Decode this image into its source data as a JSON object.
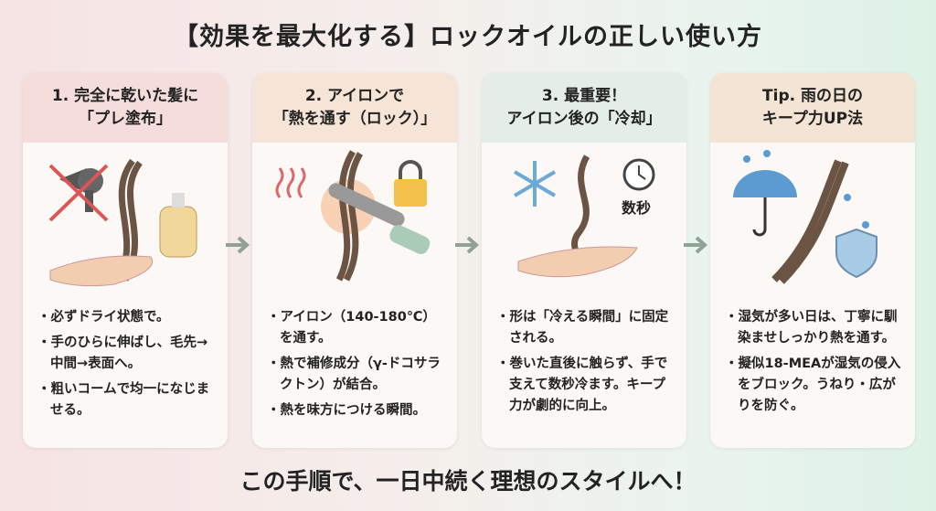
{
  "title": "【効果を最大化する】ロックオイルの正しい使い方",
  "footer": "この手順で、一日中続く理想のスタイルへ！",
  "colors": {
    "head1": "#f5dddc",
    "head2": "#f6e4d6",
    "head3": "#e3eee7",
    "head4": "#f3e4d3",
    "arrow": "#8fa294"
  },
  "cards": [
    {
      "title1": "1. 完全に乾いた髪に",
      "title2": "「プレ塗布」",
      "bullets": [
        "必ずドライ状態で。",
        "手のひらに伸ばし、毛先→中間→表面へ。",
        "粗いコームで均一になじませる。"
      ]
    },
    {
      "title1": "2. アイロンで",
      "title2": "「熱を通す（ロック）」",
      "bullets": [
        "アイロン（140-180℃）を通す。",
        "熱で補修成分（γ-ドコサラクトン）が結合。",
        "熱を味方につける瞬間。"
      ]
    },
    {
      "title1": "3. 最重要！",
      "title2": "アイロン後の「冷却」",
      "label": "数秒",
      "bullets": [
        "形は「冷える瞬間」に固定される。",
        "巻いた直後に触らず、手で支えて数秒冷ます。キープ力が劇的に向上。"
      ]
    },
    {
      "title1": "Tip. 雨の日の",
      "title2": "キープ力UP法",
      "bullets": [
        "湿気が多い日は、丁寧に馴染ませしっかり熱を通す。",
        "擬似18-MEAが湿気の侵入をブロック。うねり・広がりを防ぐ。"
      ]
    }
  ]
}
